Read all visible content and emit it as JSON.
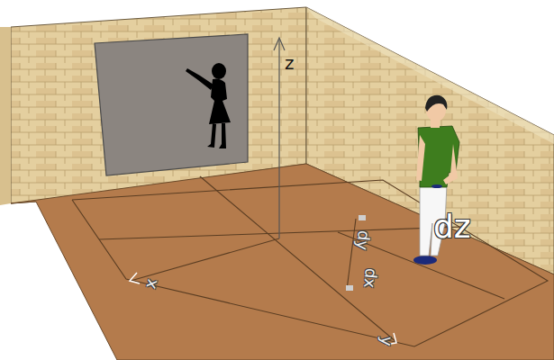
{
  "diagram": {
    "labels": [
      "z",
      "dz",
      "dy",
      "x",
      "dx",
      "y"
    ]
  }
}
